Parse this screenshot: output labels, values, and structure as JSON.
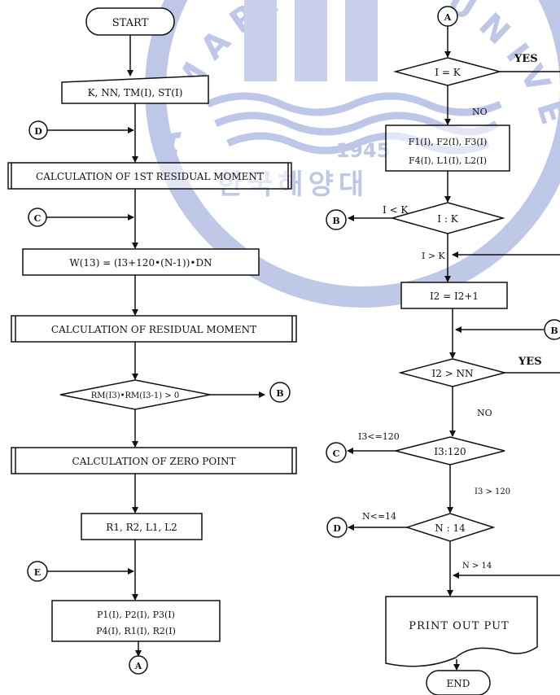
{
  "watermark": {
    "arc_text": "KOREA MARITIME UNIVERSITY",
    "year": "1945",
    "korean": "한국해양대"
  },
  "left": {
    "start": "START",
    "input": "K, NN, TM(I), ST(I)",
    "connector_d": "D",
    "calc_first": "CALCULATION OF 1ST RESIDUAL MOMENT",
    "connector_c": "C",
    "w_formula": "W(13) = (I3+120•(N-1))•DN",
    "calc_residual": "CALCULATION OF RESIDUAL MOMENT",
    "decision_rm": "RM(I3)•RM(I3-1) > 0",
    "connector_b": "B",
    "calc_zero": "CALCULATION OF ZERO POINT",
    "r_values": "R1, R2, L1, L2",
    "connector_e": "E",
    "p_line1": "P1(I), P2(I), P3(I)",
    "p_line2": "P4(I), R1(I), R2(I)",
    "connector_a": "A"
  },
  "right": {
    "connector_a": "A",
    "decision_ik": "I = K",
    "yes1": "YES",
    "no1": "NO",
    "f_line1": "F1(I), F2(I), F3(I)",
    "f_line2": "F4(I), L1(I), L2(I)",
    "lt_label": "I < K",
    "connector_b_left": "B",
    "decision_icmp": "I : K",
    "gt_label": "I > K",
    "i2_formula": "I2 = I2+1",
    "connector_b_right": "B",
    "decision_i2": "I2 > NN",
    "yes2": "YES",
    "no2": "NO",
    "le120_label": "I3<=120",
    "connector_c": "C",
    "decision_i3": "I3:120",
    "gt120_label": "I3 > 120",
    "le14_label": "N<=14",
    "connector_d": "D",
    "decision_n": "N : 14",
    "gt14_label": "N > 14",
    "print": "PRINT OUT PUT",
    "end": "END"
  }
}
